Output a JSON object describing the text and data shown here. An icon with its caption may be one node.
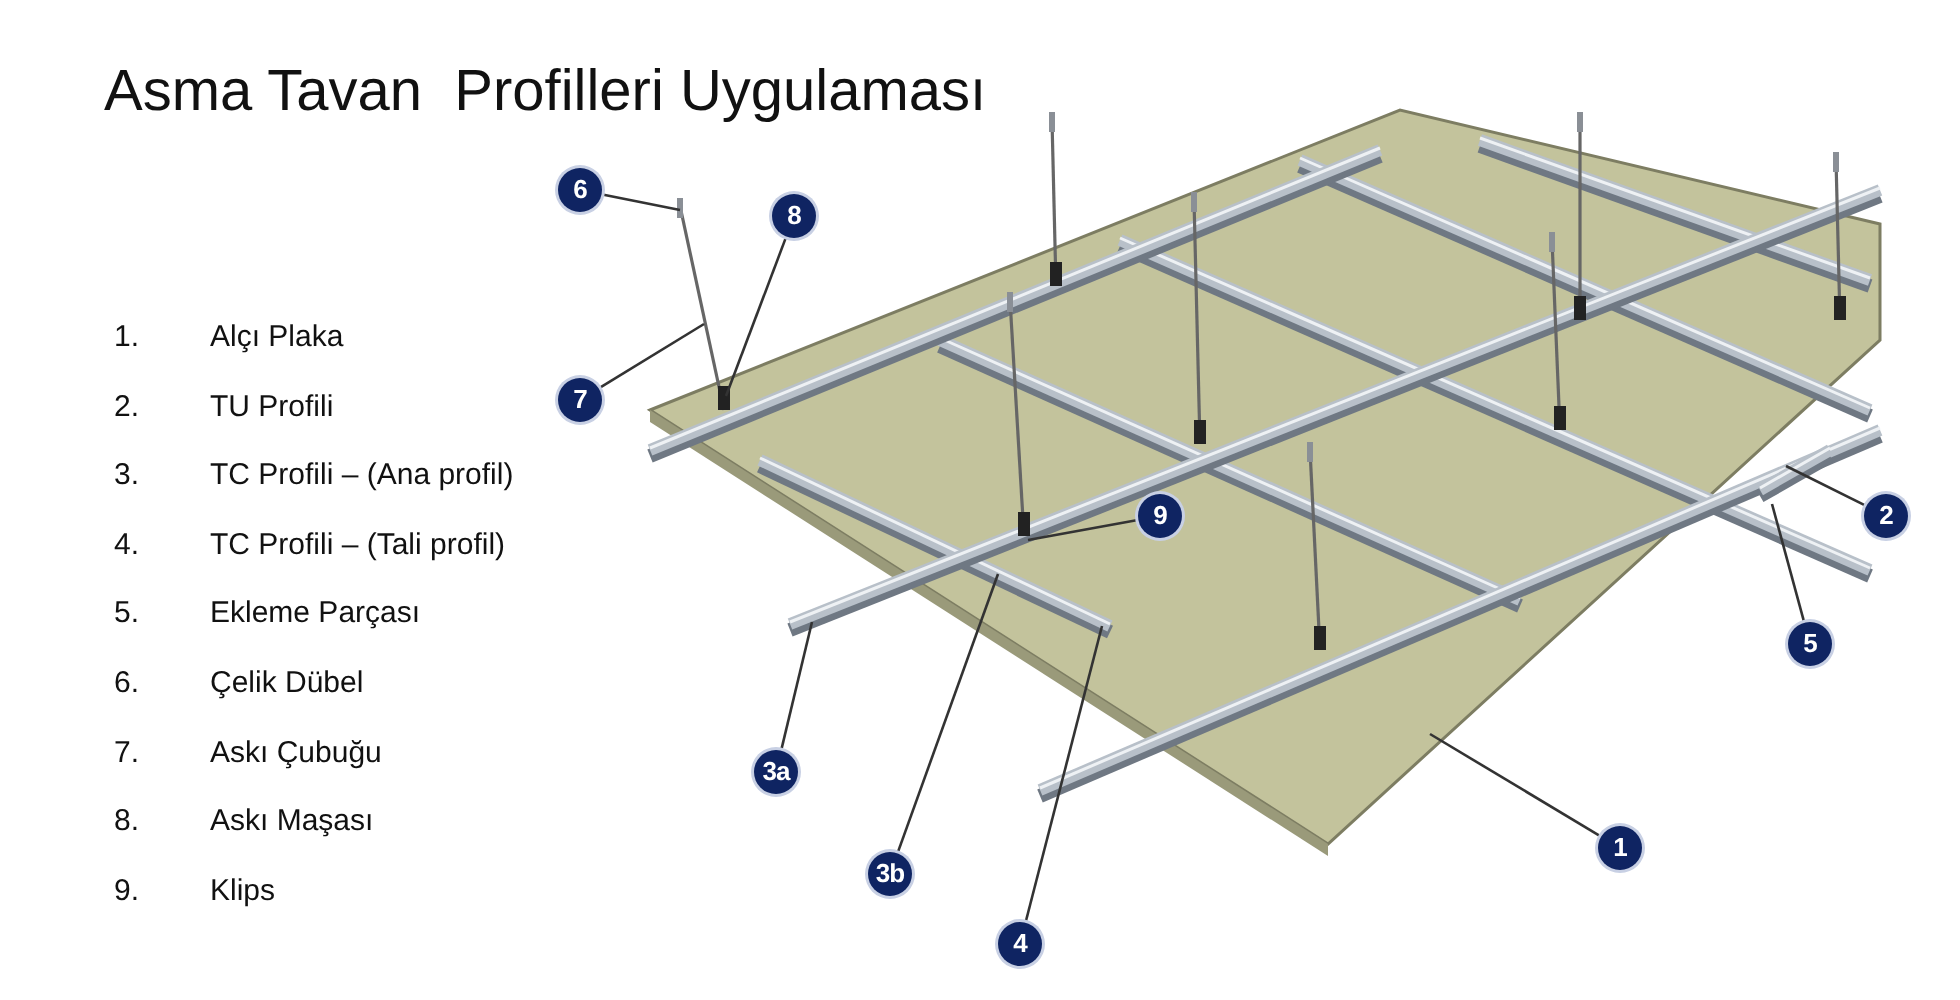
{
  "diagram": {
    "title": "Asma Tavan  Profilleri Uygulaması",
    "nodes": [
      {
        "text": [
          "6"
        ]
      },
      {
        "text": [
          "8"
        ]
      },
      {
        "text": [
          "7"
        ]
      },
      {
        "text": [
          "9"
        ]
      },
      {
        "text": [
          "2"
        ]
      },
      {
        "text": [
          "5"
        ]
      },
      {
        "text": [
          "3a"
        ]
      },
      {
        "text": [
          "1"
        ]
      },
      {
        "text": [
          "3b"
        ]
      },
      {
        "text": [
          "4"
        ]
      }
    ],
    "edges": [
      {
        "from": 0,
        "to": null,
        "arrow": "none"
      },
      {
        "from": 1,
        "to": null,
        "arrow": "none"
      },
      {
        "from": 2,
        "to": null,
        "arrow": "none"
      },
      {
        "from": 3,
        "to": null,
        "arrow": "none"
      },
      {
        "from": 4,
        "to": null,
        "arrow": "none"
      },
      {
        "from": 5,
        "to": null,
        "arrow": "none"
      },
      {
        "from": 6,
        "to": null,
        "arrow": "none"
      },
      {
        "from": 7,
        "to": null,
        "arrow": "none"
      },
      {
        "from": 8,
        "to": null,
        "arrow": "none"
      },
      {
        "from": 9,
        "to": null,
        "arrow": "none"
      }
    ],
    "labels": [
      "1.",
      "Alçı Plaka",
      "2.",
      "TU Profili",
      "3.",
      "TC Profili – (Ana profil)",
      "4.",
      "TC Profili – (Tali profil)",
      "5.",
      "Ekleme Parçası",
      "6.",
      "Çelik Dübel",
      "7.",
      "Askı Çubuğu",
      "8.",
      "Askı Maşası",
      "9.",
      "Klips"
    ]
  }
}
